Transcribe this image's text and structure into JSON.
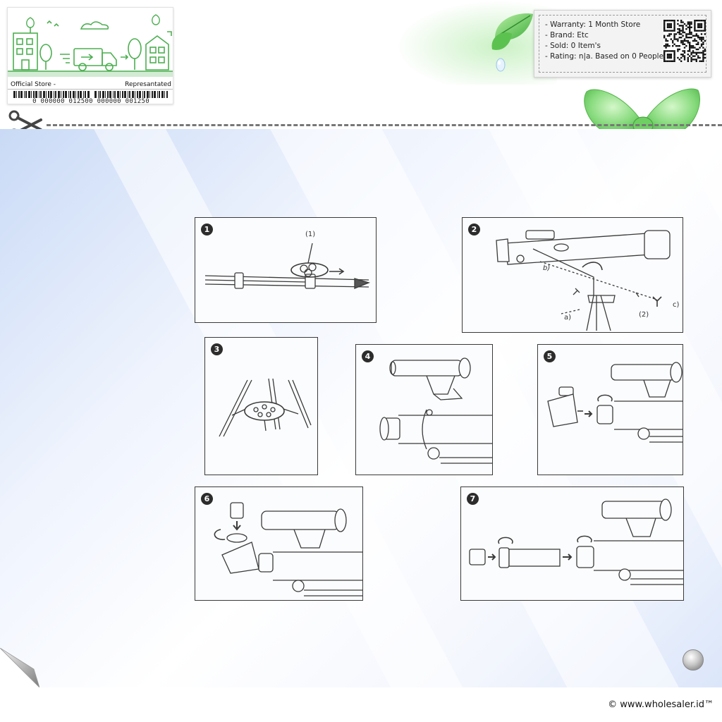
{
  "store_card": {
    "left_label": "Official Store -",
    "right_label": "Represantated",
    "barcode_number": "0 000000 012500  000000 001250"
  },
  "info": {
    "items": [
      "- Warranty: 1 Month Store",
      "- Brand: Etc",
      "- Sold: 0 Item's",
      "- Rating: n|a. Based on 0 People"
    ]
  },
  "steps": [
    {
      "number": "1",
      "callouts": [
        "(1)"
      ]
    },
    {
      "number": "2",
      "callouts": [
        "b)",
        "a)",
        "(2)",
        "c)"
      ]
    },
    {
      "number": "3",
      "callouts": []
    },
    {
      "number": "4",
      "callouts": []
    },
    {
      "number": "5",
      "callouts": []
    },
    {
      "number": "6",
      "callouts": []
    },
    {
      "number": "7",
      "callouts": []
    }
  ],
  "icons": {
    "scissors": "scissors-icon",
    "bow": "ribbon-bow-icon",
    "leaf": "leaf-icon",
    "qr": "qr-code-icon",
    "corner": "page-curl-icon",
    "knob": "metal-button-icon"
  },
  "colors": {
    "brand_green": "#4caf50",
    "bow_green": "#7ed67e",
    "panel_blue": "#c9daf6",
    "line_art": "#3a3a3a"
  },
  "footer": {
    "copyright": "© www.wholesaler.id™"
  }
}
